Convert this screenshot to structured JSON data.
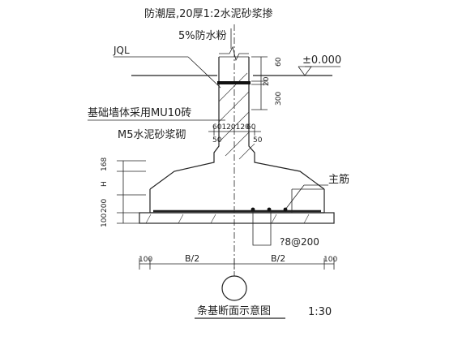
{
  "annotations": {
    "moisture_line1": "防潮层,20厚1:2水泥砂浆掺",
    "moisture_line2": "5%防水粉",
    "jql": "JQL",
    "wall_line1": "基础墙体采用MU10砖",
    "wall_line2": "M5水泥砂浆砌",
    "main_rebar": "主筋",
    "stirrup": "?8@200"
  },
  "elevation": {
    "ground": "±0.000"
  },
  "dimensions": {
    "d60": "60",
    "d20": "20",
    "d300": "300",
    "top_row": "60120120",
    "top_row_tail": "60",
    "left50": "50",
    "right50": "50",
    "h168": "168",
    "hH": "H",
    "h200": "200",
    "h100": "100",
    "bottom_left100": "100",
    "bottom_right100": "100",
    "b_half_left": "B/2",
    "b_half_right": "B/2"
  },
  "title": {
    "caption": "条基断面示意图",
    "scale": "1:30"
  }
}
